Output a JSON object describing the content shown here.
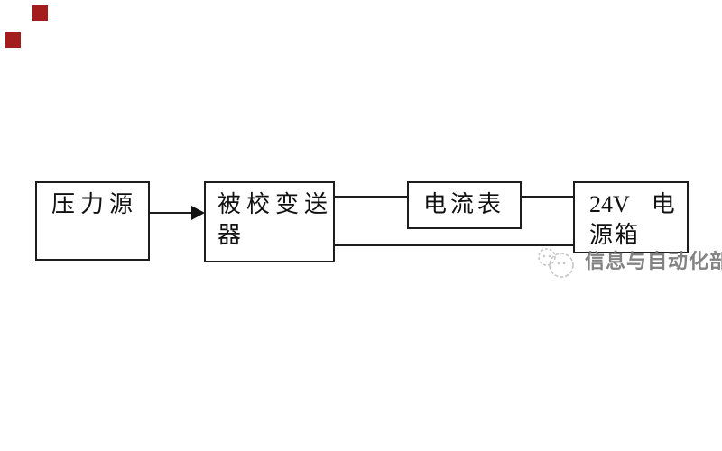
{
  "diagram": {
    "pressure_source": {
      "label": "压力源"
    },
    "transmitter": {
      "line1": "被校变送",
      "line2": "器"
    },
    "ammeter": {
      "label": "电流表"
    },
    "power_box": {
      "line1_left": "24V",
      "line1_right": "电",
      "line2": "源箱"
    }
  },
  "watermark": {
    "text": "信息与自动化部",
    "logo": "cloud-bubbles-logo",
    "color": "#767676"
  },
  "decorations": {
    "red_square_color": "#a31d1d"
  },
  "connectors": {
    "arrow": "pressure-source-to-transmitter",
    "top_line": "transmitter-to-ammeter-to-power",
    "bottom_line": "transmitter-to-power"
  }
}
